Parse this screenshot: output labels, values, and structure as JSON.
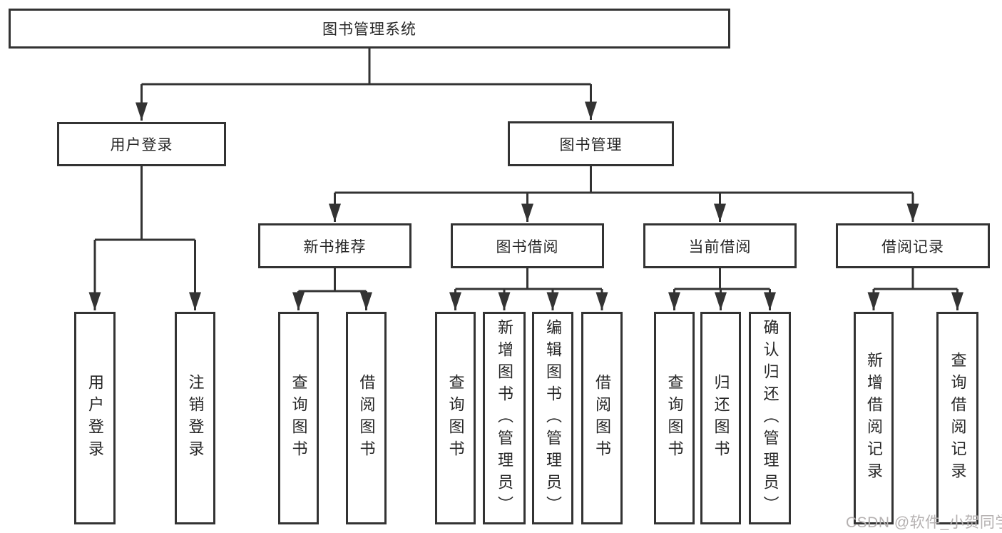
{
  "tree": {
    "label": "图书管理系统",
    "children": [
      {
        "label": "用户登录",
        "children": [
          {
            "label": "用户登录"
          },
          {
            "label": "注销登录"
          }
        ]
      },
      {
        "label": "图书管理",
        "children": [
          {
            "label": "新书推荐",
            "children": [
              {
                "label": "查询图书"
              },
              {
                "label": "借阅图书"
              }
            ]
          },
          {
            "label": "图书借阅",
            "children": [
              {
                "label": "查询图书"
              },
              {
                "label": "新增图书（管理员）"
              },
              {
                "label": "编辑图书（管理员）"
              },
              {
                "label": "借阅图书"
              }
            ]
          },
          {
            "label": "当前借阅",
            "children": [
              {
                "label": "查询图书"
              },
              {
                "label": "归还图书"
              },
              {
                "label": "确认归还（管理员）"
              }
            ]
          },
          {
            "label": "借阅记录",
            "children": [
              {
                "label": "新增借阅记录"
              },
              {
                "label": "查询借阅记录"
              }
            ]
          }
        ]
      }
    ]
  },
  "watermark": "CSDN @软件_小贺同学",
  "colors": {
    "line": "#333333",
    "text": "#262626",
    "watermark": "#b5b1b1"
  }
}
